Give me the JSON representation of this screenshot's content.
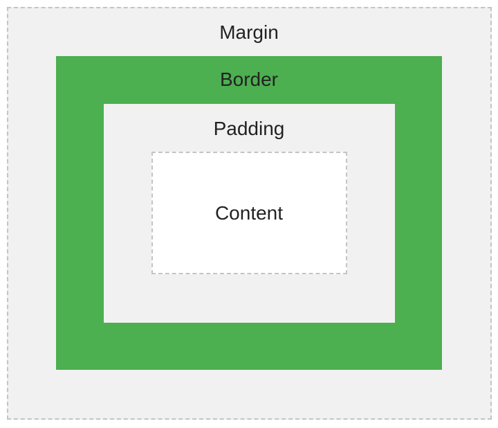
{
  "diagram": {
    "layers": {
      "margin": {
        "label": "Margin",
        "fill": "#f1f1f1",
        "stroke": "#c4c4c4",
        "stroke_style": "dashed"
      },
      "border": {
        "label": "Border",
        "fill": "#4caf50"
      },
      "padding": {
        "label": "Padding",
        "fill": "#f1f1f1"
      },
      "content": {
        "label": "Content",
        "fill": "#ffffff",
        "stroke": "#c4c4c4",
        "stroke_style": "dashed"
      }
    },
    "text_color": "#222222"
  }
}
